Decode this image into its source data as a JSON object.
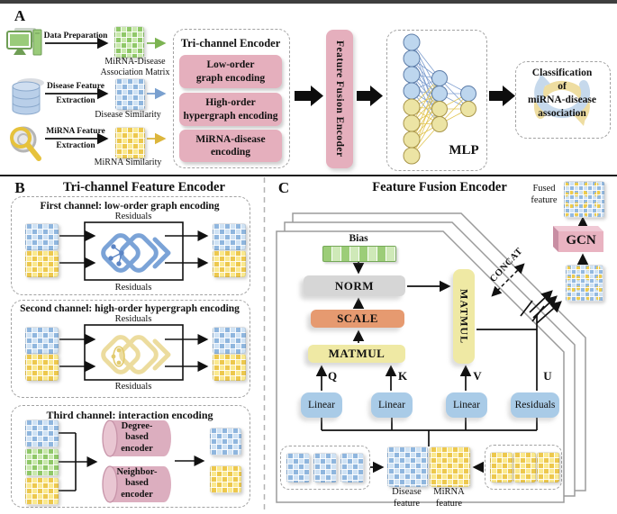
{
  "colors": {
    "pink": "#e5afbd",
    "blue_box": "#a9cbe7",
    "khaki": "#efe9a4",
    "orange": "#e69a70",
    "gray_box": "#d6d6d6",
    "green_matrix": "#9acb7a",
    "yellow_matrix": "#f0d45e",
    "blue_matrix": "#aecbe8",
    "arrow_black": "#111111"
  },
  "panelA": {
    "label": "A",
    "row1": {
      "label": "Data Preparation",
      "caption1": "MiRNA-Disease",
      "caption2": "Association Matrix"
    },
    "row2": {
      "label1": "Disease Feature",
      "label2": "Extraction",
      "caption": "Disease Similarity"
    },
    "row3": {
      "label1": "MiRNA Feature",
      "label2": "Extraction",
      "caption": "MiRNA Similarity"
    },
    "encoder": {
      "title": "Tri-channel Encoder",
      "items": [
        {
          "line1": "Low-order",
          "line2": "graph encoding"
        },
        {
          "line1": "High-order",
          "line2": "hypergraph encoding"
        },
        {
          "line1": "MiRNA-disease",
          "line2": "encoding"
        }
      ]
    },
    "fusion_label": "Feature Fusion Encoder",
    "mlp_label": "MLP",
    "classification": {
      "line1": "Classification",
      "line2": "of",
      "line3": "miRNA-disease",
      "line4": "association"
    }
  },
  "panelB": {
    "label": "B",
    "title": "Tri-channel Feature Encoder",
    "channel1": {
      "title": "First channel: low-order graph encoding",
      "residuals_top": "Residuals",
      "residuals_bottom": "Residuals"
    },
    "channel2": {
      "title": "Second channel: high-order hypergraph encoding",
      "residuals_top": "Residuals",
      "residuals_bottom": "Residuals"
    },
    "channel3": {
      "title": "Third channel: interaction encoding",
      "encoder1": {
        "line1": "Degree-",
        "line2": "based",
        "line3": "encoder"
      },
      "encoder2": {
        "line1": "Neighbor-",
        "line2": "based",
        "line3": "encoder"
      }
    }
  },
  "panelC": {
    "label": "C",
    "title": "Feature Fusion Encoder",
    "bias": "Bias",
    "norm": "NORM",
    "scale": "SCALE",
    "matmul": "MATMUL",
    "matmul_vertical": "MATMUL",
    "concat": "CONCAT",
    "q": "Q",
    "k": "K",
    "v": "V",
    "u": "U",
    "linear": "Linear",
    "residuals": "Residuals",
    "gcn": "GCN",
    "fused": {
      "line1": "Fused",
      "line2": "feature"
    },
    "disease": {
      "line1": "Disease",
      "line2": "feature"
    },
    "mirna": {
      "line1": "MiRNA",
      "line2": "feature"
    }
  }
}
